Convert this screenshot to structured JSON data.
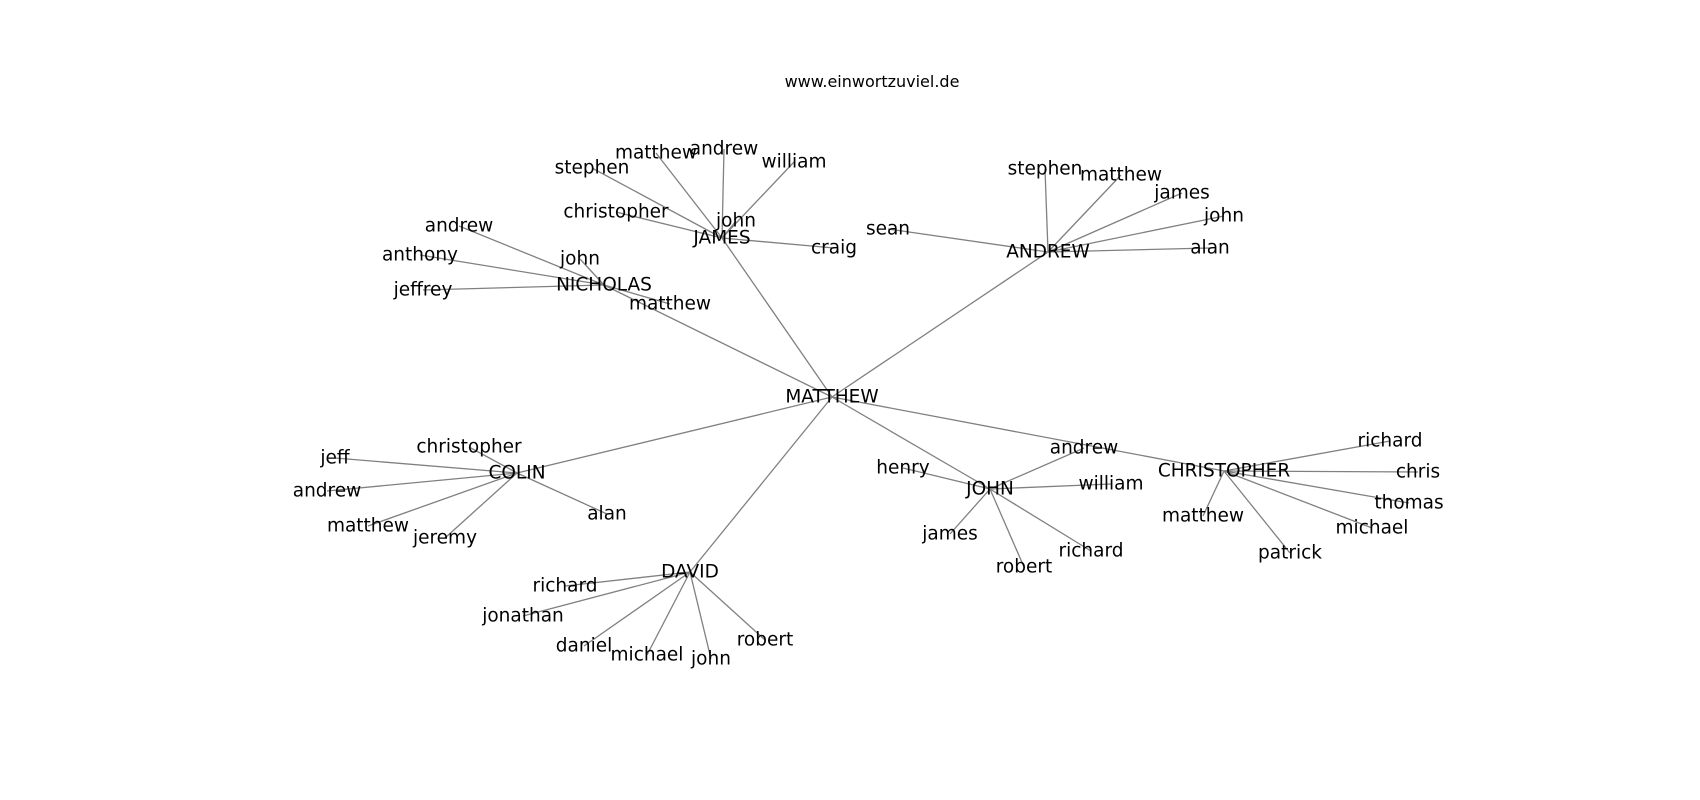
{
  "header": {
    "site": "www.einwortzuviel.de"
  },
  "graph": {
    "root": "MATTHEW",
    "groups": [
      {
        "hub": "JAMES",
        "children": [
          "john",
          "andrew",
          "william",
          "matthew",
          "stephen",
          "christopher",
          "craig"
        ]
      },
      {
        "hub": "NICHOLAS",
        "children": [
          "andrew",
          "anthony",
          "jeffrey",
          "john",
          "matthew"
        ]
      },
      {
        "hub": "ANDREW",
        "children": [
          "sean",
          "stephen",
          "matthew",
          "james",
          "john",
          "alan"
        ]
      },
      {
        "hub": "COLIN",
        "children": [
          "christopher",
          "jeff",
          "andrew",
          "matthew",
          "jeremy",
          "alan"
        ]
      },
      {
        "hub": "DAVID",
        "children": [
          "richard",
          "jonathan",
          "daniel",
          "michael",
          "john",
          "robert"
        ]
      },
      {
        "hub": "JOHN",
        "children": [
          "henry",
          "andrew",
          "william",
          "james",
          "robert",
          "richard"
        ]
      },
      {
        "hub": "CHRISTOPHER",
        "children": [
          "richard",
          "chris",
          "thomas",
          "michael",
          "patrick",
          "matthew"
        ]
      }
    ]
  }
}
